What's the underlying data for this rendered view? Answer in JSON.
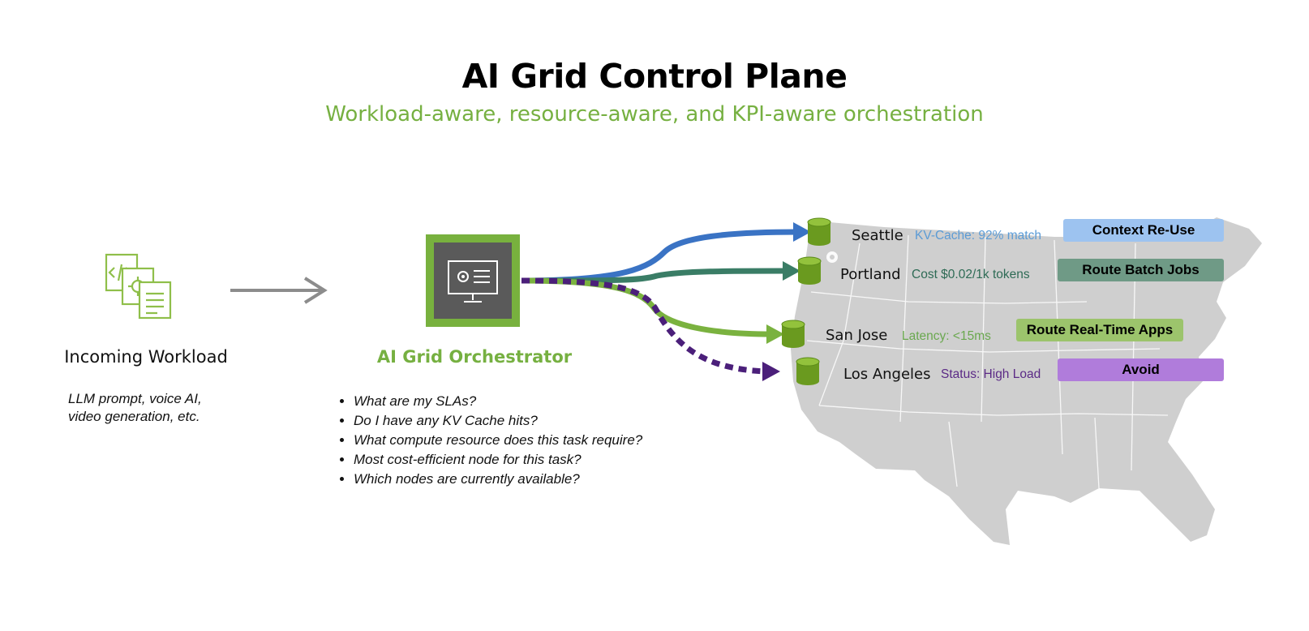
{
  "header": {
    "title": "AI Grid Control Plane",
    "subtitle": "Workload-aware, resource-aware, and KPI-aware orchestration"
  },
  "workload": {
    "label": "Incoming Workload",
    "description_line1": "LLM prompt, voice AI,",
    "description_line2": "video generation, etc.",
    "icon": "code-documents-icon"
  },
  "orchestrator": {
    "label": "AI Grid Orchestrator",
    "icon": "monitor-settings-icon",
    "questions": [
      "What are my SLAs?",
      "Do I have any KV Cache hits?",
      "What compute resource does this task require?",
      "Most cost-efficient node for this task?",
      "Which nodes are currently available?"
    ]
  },
  "nodes": [
    {
      "city": "Seattle",
      "metric": "KV-Cache: 92% match",
      "action": "Context Re-Use",
      "metric_color": "#5b9bd5",
      "action_color": "#9dc3f0",
      "route_color": "#3a73c4",
      "route_style": "solid"
    },
    {
      "city": "Portland",
      "metric": "Cost  $0.02/1k tokens",
      "action": "Route Batch Jobs",
      "metric_color": "#2e6b55",
      "action_color": "#6f9a86",
      "route_color": "#3a7d66",
      "route_style": "solid"
    },
    {
      "city": "San Jose",
      "metric": "Latency: <15ms",
      "action": "Route Real-Time Apps",
      "metric_color": "#6aa84f",
      "action_color": "#9cc46c",
      "route_color": "#7ab23f",
      "route_style": "solid"
    },
    {
      "city": "Los Angeles",
      "metric": "Status: High Load",
      "action": "Avoid",
      "metric_color": "#5b2a86",
      "action_color": "#b07cdb",
      "route_color": "#4b1f7a",
      "route_style": "dashed"
    }
  ],
  "colors": {
    "accent_green": "#76b041",
    "map_gray": "#cfcfcf",
    "arrow_gray": "#8c8c8c",
    "node_green": "#6a9a1f"
  }
}
